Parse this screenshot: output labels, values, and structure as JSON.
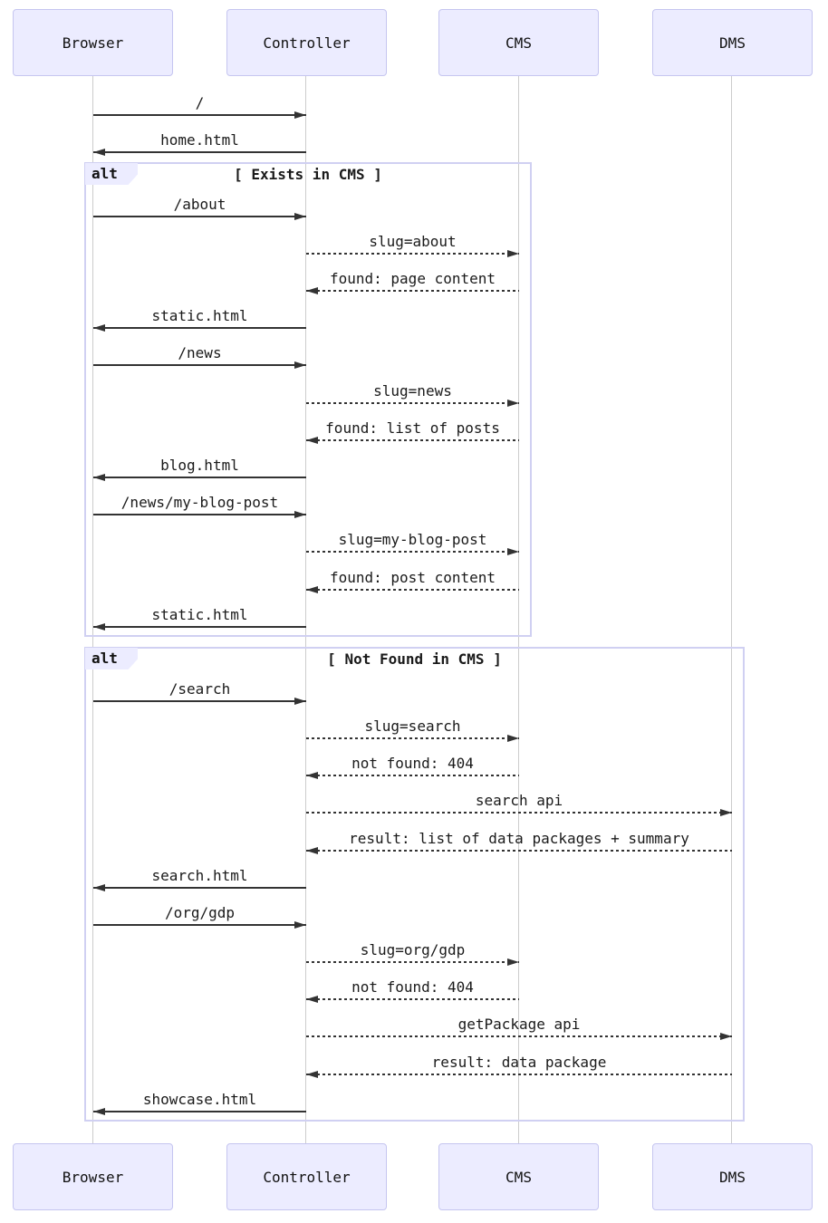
{
  "diagram": {
    "type": "sequence-diagram",
    "actors": [
      {
        "name": "Browser"
      },
      {
        "name": "Controller"
      },
      {
        "name": "CMS"
      },
      {
        "name": "DMS"
      }
    ],
    "frames": [
      {
        "label": "alt",
        "condition": "[ Exists in CMS ]"
      },
      {
        "label": "alt",
        "condition": "[ Not Found in CMS ]"
      }
    ],
    "messages": [
      {
        "from": "Browser",
        "to": "Controller",
        "label": "/",
        "style": "solid"
      },
      {
        "from": "Controller",
        "to": "Browser",
        "label": "home.html",
        "style": "solid"
      },
      {
        "from": "Browser",
        "to": "Controller",
        "label": "/about",
        "style": "solid"
      },
      {
        "from": "Controller",
        "to": "CMS",
        "label": "slug=about",
        "style": "dashed"
      },
      {
        "from": "CMS",
        "to": "Controller",
        "label": "found: page content",
        "style": "dashed"
      },
      {
        "from": "Controller",
        "to": "Browser",
        "label": "static.html",
        "style": "solid"
      },
      {
        "from": "Browser",
        "to": "Controller",
        "label": "/news",
        "style": "solid"
      },
      {
        "from": "Controller",
        "to": "CMS",
        "label": "slug=news",
        "style": "dashed"
      },
      {
        "from": "CMS",
        "to": "Controller",
        "label": "found: list of posts",
        "style": "dashed"
      },
      {
        "from": "Controller",
        "to": "Browser",
        "label": "blog.html",
        "style": "solid"
      },
      {
        "from": "Browser",
        "to": "Controller",
        "label": "/news/my-blog-post",
        "style": "solid"
      },
      {
        "from": "Controller",
        "to": "CMS",
        "label": "slug=my-blog-post",
        "style": "dashed"
      },
      {
        "from": "CMS",
        "to": "Controller",
        "label": "found: post content",
        "style": "dashed"
      },
      {
        "from": "Controller",
        "to": "Browser",
        "label": "static.html",
        "style": "solid"
      },
      {
        "from": "Browser",
        "to": "Controller",
        "label": "/search",
        "style": "solid"
      },
      {
        "from": "Controller",
        "to": "CMS",
        "label": "slug=search",
        "style": "dashed"
      },
      {
        "from": "CMS",
        "to": "Controller",
        "label": "not found: 404",
        "style": "dashed"
      },
      {
        "from": "Controller",
        "to": "DMS",
        "label": "search api",
        "style": "dashed"
      },
      {
        "from": "DMS",
        "to": "Controller",
        "label": "result: list of data packages + summary",
        "style": "dashed"
      },
      {
        "from": "Controller",
        "to": "Browser",
        "label": "search.html",
        "style": "solid"
      },
      {
        "from": "Browser",
        "to": "Controller",
        "label": "/org/gdp",
        "style": "solid"
      },
      {
        "from": "Controller",
        "to": "CMS",
        "label": "slug=org/gdp",
        "style": "dashed"
      },
      {
        "from": "CMS",
        "to": "Controller",
        "label": "not found: 404",
        "style": "dashed"
      },
      {
        "from": "Controller",
        "to": "DMS",
        "label": "getPackage api",
        "style": "dashed"
      },
      {
        "from": "DMS",
        "to": "Controller",
        "label": "result: data package",
        "style": "dashed"
      },
      {
        "from": "Controller",
        "to": "Browser",
        "label": "showcase.html",
        "style": "solid"
      }
    ],
    "colors": {
      "actor_fill": "#ECECFF",
      "actor_border": "#C5C5F0",
      "frame_border": "#D0D0F2",
      "lifeline": "#CCCCCC",
      "message_line": "#333333",
      "text": "#1A1A1A"
    }
  }
}
